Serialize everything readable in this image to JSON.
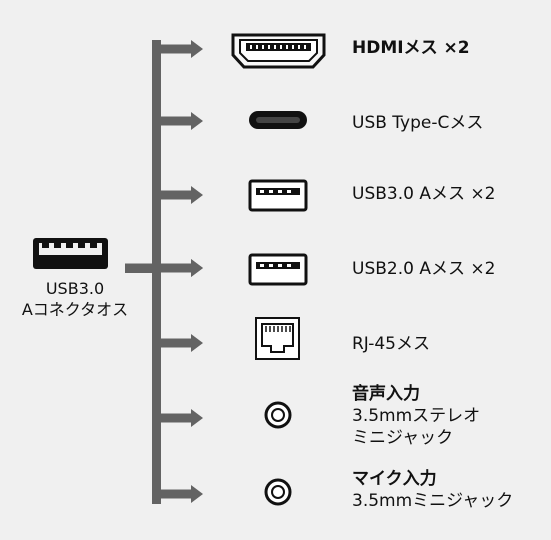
{
  "colors": {
    "background": "#f0f0f0",
    "arrow": "#636363",
    "icon": "#111111"
  },
  "source": {
    "icon": "usb-a-male-icon",
    "line1": "USB3.0",
    "line2": "Aコネクタオス"
  },
  "outputs": [
    {
      "icon": "hdmi-port-icon",
      "bold": "HDMIメス ×2",
      "lines": []
    },
    {
      "icon": "usb-c-port-icon",
      "bold": "",
      "lines": [
        "USB Type-Cメス"
      ]
    },
    {
      "icon": "usb-a-port-icon",
      "bold": "",
      "lines": [
        "USB3.0 Aメス ×2"
      ]
    },
    {
      "icon": "usb-a-port-icon",
      "bold": "",
      "lines": [
        "USB2.0 Aメス ×2"
      ]
    },
    {
      "icon": "rj45-port-icon",
      "bold": "",
      "lines": [
        "RJ-45メス"
      ]
    },
    {
      "icon": "audio-jack-icon",
      "bold": "音声入力",
      "lines": [
        "3.5mmステレオ",
        "ミニジャック"
      ]
    },
    {
      "icon": "audio-jack-icon",
      "bold": "マイク入力",
      "lines": [
        "3.5mmミニジャック"
      ]
    }
  ]
}
